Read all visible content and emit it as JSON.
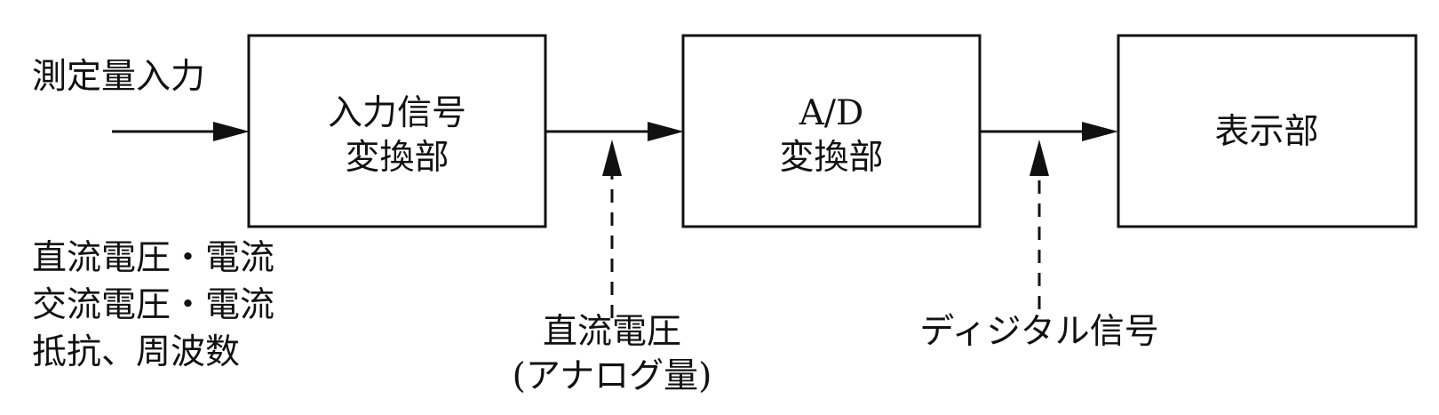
{
  "diagram": {
    "input": {
      "label": "測定量入力",
      "types": [
        "直流電圧・電流",
        "交流電圧・電流",
        "抵抗、周波数"
      ]
    },
    "blocks": [
      {
        "lines": [
          "入力信号",
          "変換部"
        ]
      },
      {
        "lines": [
          "A/D",
          "変換部"
        ]
      },
      {
        "lines": [
          "表示部"
        ]
      }
    ],
    "signals": [
      {
        "lines": [
          "直流電圧",
          "(アナログ量)"
        ]
      },
      {
        "lines": [
          "ディジタル信号"
        ]
      }
    ]
  }
}
